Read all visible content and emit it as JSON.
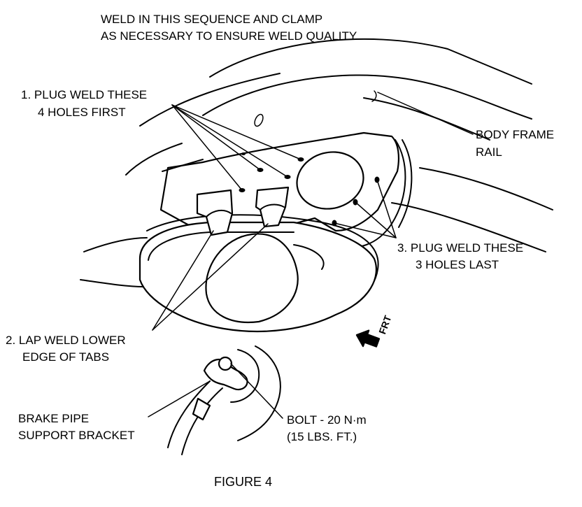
{
  "header": {
    "line1": "WELD IN THIS SEQUENCE AND CLAMP",
    "line2": "AS NECESSARY TO ENSURE WELD QUALITY"
  },
  "callouts": {
    "step1": {
      "line1": "1. PLUG WELD THESE",
      "line2": "4 HOLES FIRST"
    },
    "frame_rail": {
      "line1": "BODY FRAME",
      "line2": "RAIL"
    },
    "step3": {
      "line1": "3. PLUG WELD THESE",
      "line2": "3 HOLES LAST"
    },
    "step2": {
      "line1": "2. LAP WELD LOWER",
      "line2": "EDGE OF TABS"
    },
    "bracket": {
      "line1": "BRAKE PIPE",
      "line2": "SUPPORT BRACKET"
    },
    "bolt": {
      "line1": "BOLT - 20 N·m",
      "line2": "(15 LBS. FT.)"
    },
    "front_arrow": "FRT"
  },
  "caption": "FIGURE 4"
}
